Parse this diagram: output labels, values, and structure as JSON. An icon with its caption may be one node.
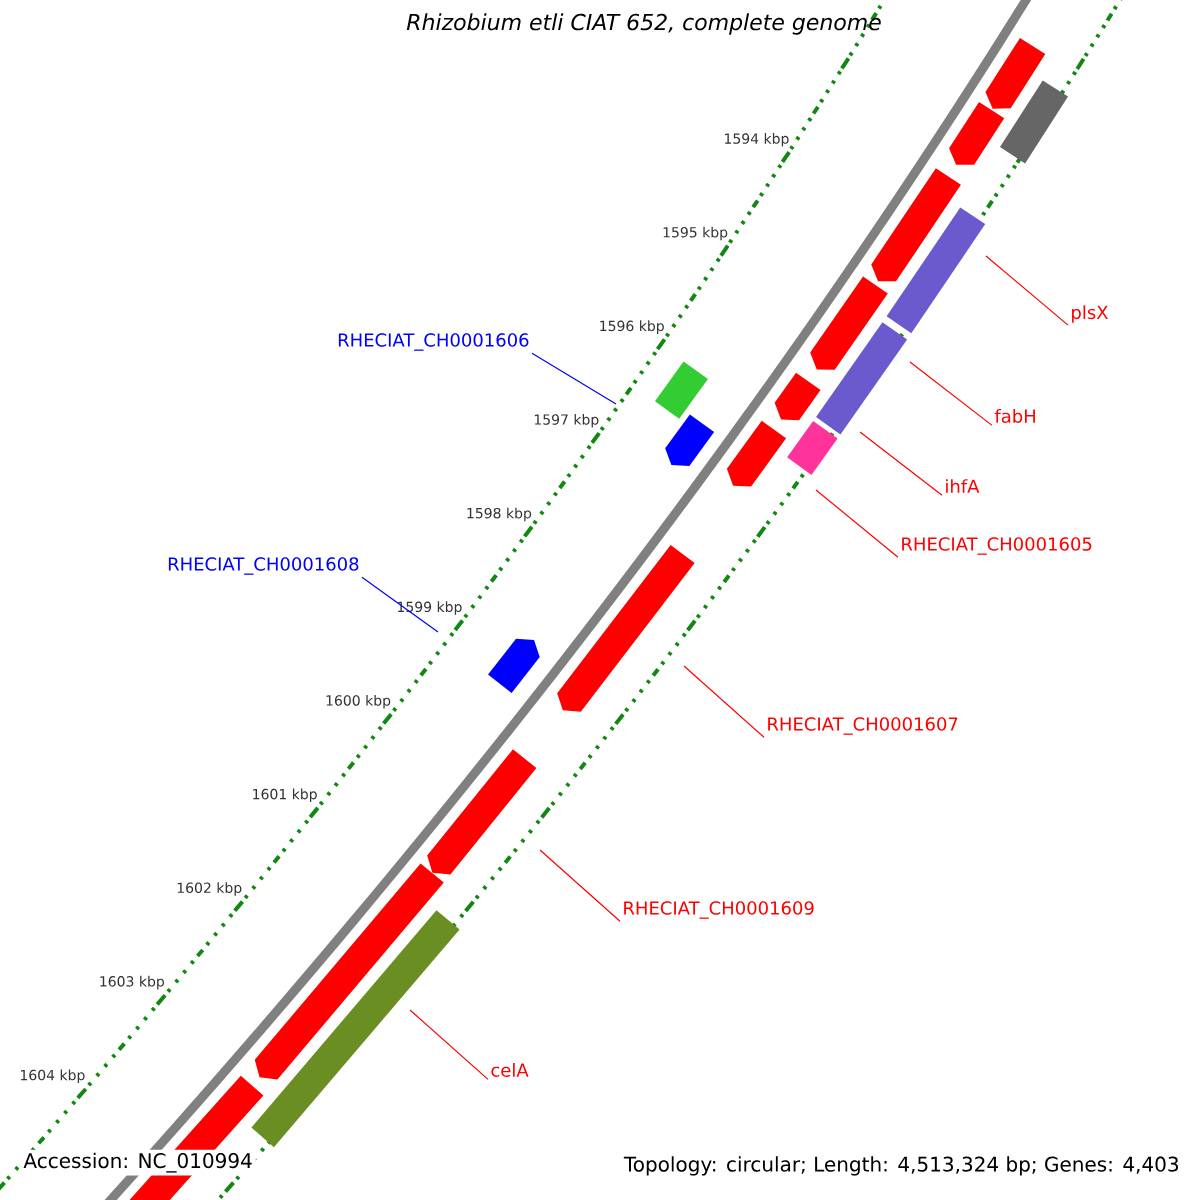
{
  "diagram": {
    "title": "*Rhizobium etli CIAT 652, complete genome*",
    "nodes": [
      {
        "text": [
          "plsX"
        ]
      },
      {
        "text": [
          "fabH"
        ]
      },
      {
        "text": [
          "ihfA"
        ]
      },
      {
        "text": [
          "RHECIAT_CH0001605"
        ]
      },
      {
        "text": [
          "RHECIAT_CH0001607"
        ]
      },
      {
        "text": [
          "RHECIAT_CH0001609"
        ]
      },
      {
        "text": [
          "celA"
        ]
      },
      {
        "text": [
          "RHECIAT_CH0001606"
        ]
      },
      {
        "text": [
          "RHECIAT_CH0001608"
        ]
      }
    ],
    "edges": [
      {
        "from": 0,
        "to": null,
        "arrow": "none"
      },
      {
        "from": 1,
        "to": null,
        "arrow": "none"
      },
      {
        "from": 2,
        "to": null,
        "arrow": "none"
      },
      {
        "from": 3,
        "to": null,
        "arrow": "none"
      },
      {
        "from": 4,
        "to": null,
        "arrow": "none"
      },
      {
        "from": 5,
        "to": null,
        "arrow": "none"
      },
      {
        "from": 6,
        "to": null,
        "arrow": "none"
      },
      {
        "from": 7,
        "to": null,
        "arrow": "none",
        "color": "#0000ff"
      },
      {
        "from": 8,
        "to": null,
        "arrow": "none",
        "color": "#0000ff"
      }
    ],
    "labels": [
      "1594 kbp",
      "1595 kbp",
      "1596 kbp",
      "1597 kbp",
      "1598 kbp",
      "1599 kbp",
      "1600 kbp",
      "1601 kbp",
      "1602 kbp",
      "1603 kbp",
      "1604 kbp",
      "Accession: NC_010994",
      "Topology: circular; Length: 4,513,324 bp; Genes: 4,403"
    ]
  }
}
